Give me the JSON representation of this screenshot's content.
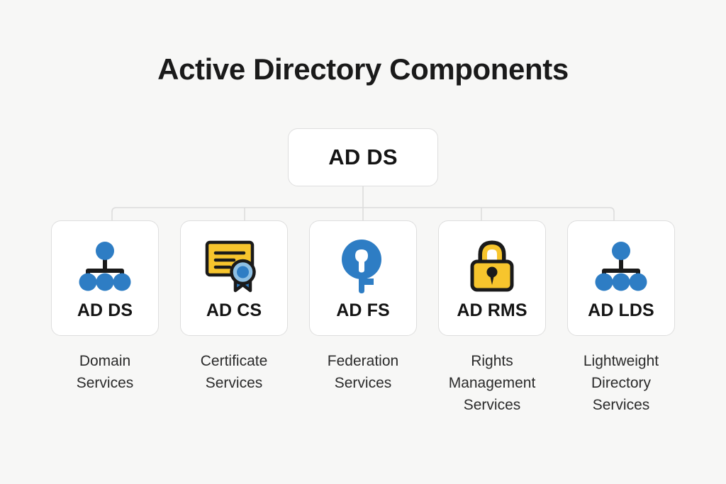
{
  "page": {
    "title": "Active Directory Components",
    "background_color": "#f7f7f6",
    "accent_blue": "#2e7dc4",
    "accent_yellow": "#f7c52d",
    "outline_color": "#1a1a1a",
    "card_border_color": "#dedede",
    "connector_color": "#dcdcdc"
  },
  "root": {
    "label": "AD DS",
    "icon": "none"
  },
  "children": [
    {
      "label": "AD DS",
      "caption": "Domain\nServices",
      "caption_lines": [
        "Domain",
        "Services"
      ],
      "icon": "hierarchy-icon"
    },
    {
      "label": "AD CS",
      "caption": "Certificate\nServices",
      "caption_lines": [
        "Certificate",
        "Services"
      ],
      "icon": "certificate-icon"
    },
    {
      "label": "AD FS",
      "caption": "Federation\nServices",
      "caption_lines": [
        "Federation",
        "Services"
      ],
      "icon": "key-icon"
    },
    {
      "label": "AD RMS",
      "caption": "Rights\nManagement\nServices",
      "caption_lines": [
        "Rights",
        "Management",
        "Services"
      ],
      "icon": "padlock-icon"
    },
    {
      "label": "AD LDS",
      "caption": "Lightweight\nDirectory\nServices",
      "caption_lines": [
        "Lightweight",
        "Directory",
        "Services"
      ],
      "icon": "hierarchy-icon"
    }
  ]
}
